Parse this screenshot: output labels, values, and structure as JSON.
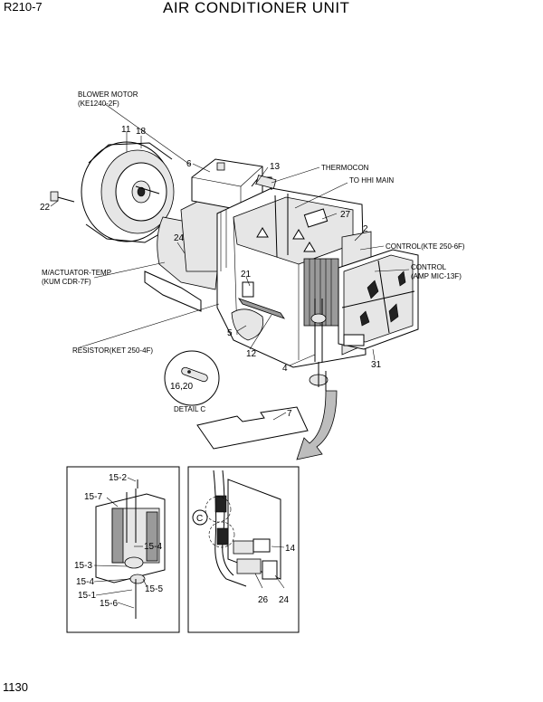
{
  "header": {
    "model": "R210-7",
    "title": "AIR CONDITIONER UNIT"
  },
  "page_number": "1130",
  "labels": {
    "blower_motor": "BLOWER MOTOR",
    "blower_motor_pn": "(KE1240-2F)",
    "thermocon": "THERMOCON",
    "to_hhi_main": "TO HHI MAIN",
    "control_kte": "CONTROL(KTE 250-6F)",
    "control": "CONTROL",
    "control_amp": "(AMP MIC-13F)",
    "actuator": "M/ACTUATOR-TEMP",
    "actuator_pn": "(KUM CDR-7F)",
    "resistor": "RESISTOR(KET 250-4F)",
    "detail_c": "DETAIL C",
    "detail_marker": "C"
  },
  "callouts": {
    "c11": "11",
    "c18": "18",
    "c6": "6",
    "c13": "13",
    "c22": "22",
    "c24": "24",
    "c27": "27",
    "c2": "2",
    "c21": "21",
    "c5": "5",
    "c12": "12",
    "c4": "4",
    "c31": "31",
    "c16_20": "16,20",
    "c7": "7",
    "c15_2": "15-2",
    "c15_7": "15-7",
    "c15_4a": "15-4",
    "c15_3": "15-3",
    "c15_4b": "15-4",
    "c15_1": "15-1",
    "c15_5": "15-5",
    "c15_6": "15-6",
    "c14": "14",
    "c26": "26",
    "c24b": "24"
  }
}
